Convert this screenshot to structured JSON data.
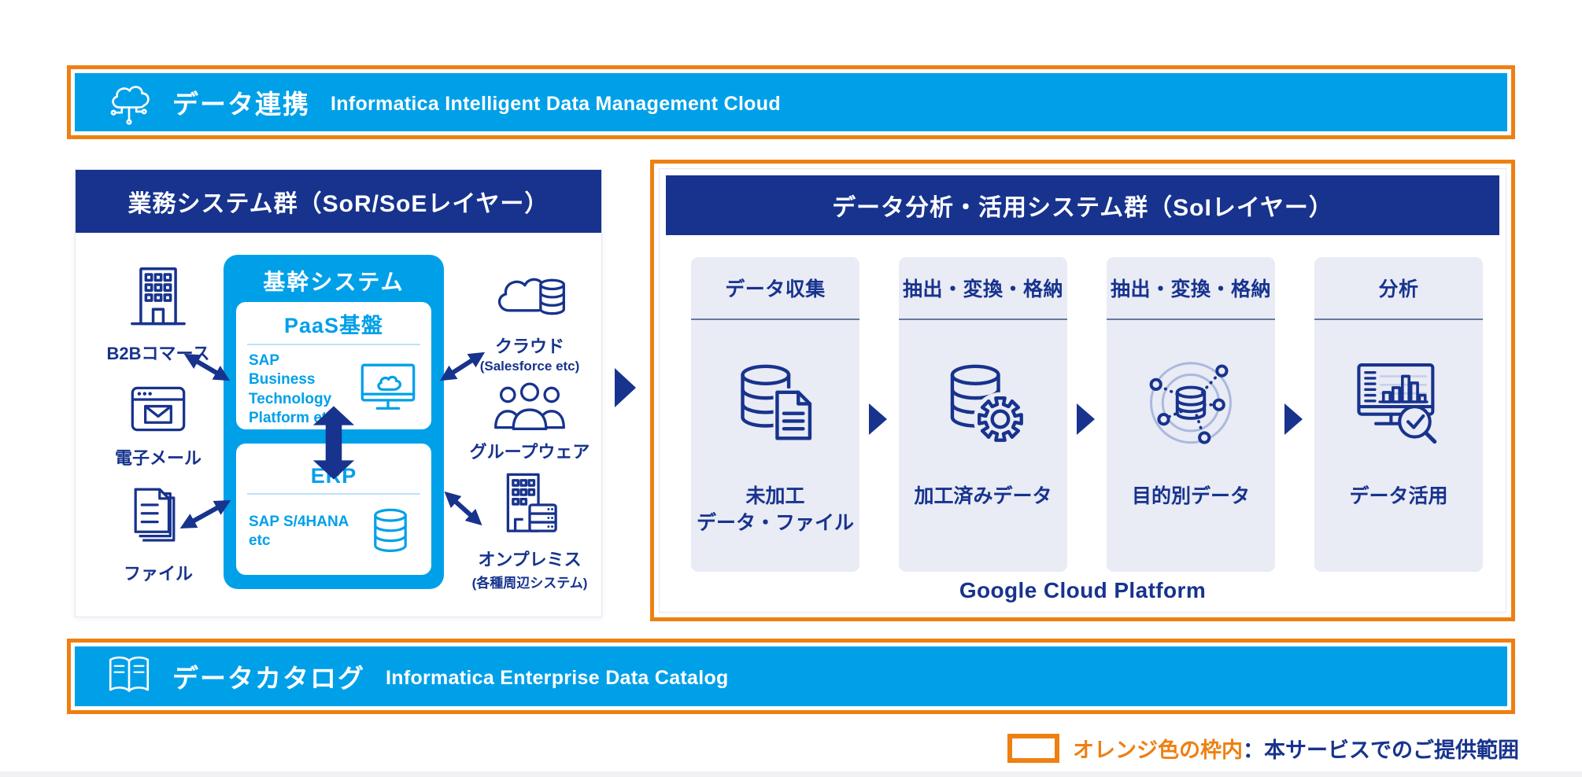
{
  "colors": {
    "azure": "#00A0E9",
    "orange": "#EE8012",
    "navy": "#17338D",
    "column_bg": "#E9EBF5"
  },
  "banners": {
    "top": {
      "label": "データ連携",
      "product": "Informatica Intelligent Data Management Cloud",
      "icon": "cloud-circuit-icon"
    },
    "bottom": {
      "label": "データカタログ",
      "product": "Informatica Enterprise Data Catalog",
      "icon": "open-book-icon"
    }
  },
  "left_panel": {
    "title": "業務システム群（SoR/SoEレイヤー）",
    "sources_left": [
      {
        "label": "B2Bコマース",
        "icon": "building-icon"
      },
      {
        "label": "電子メール",
        "icon": "email-browser-icon"
      },
      {
        "label": "ファイル",
        "icon": "file-stack-icon"
      }
    ],
    "core": {
      "title": "基幹システム",
      "cards": [
        {
          "title": "PaaS基盤",
          "body": "SAP Business Technology Platform etc",
          "icon": "monitor-cloud-icon"
        },
        {
          "title": "ERP",
          "body": "SAP S/4HANA etc",
          "icon": "database-icon"
        }
      ]
    },
    "sources_right": [
      {
        "label": "クラウド",
        "sublabel": "(Salesforce etc)",
        "icon": "cloud-database-icon"
      },
      {
        "label": "グループウェア",
        "icon": "groupware-icon"
      },
      {
        "label": "オンプレミス",
        "sublabel": "(各種周辺システム)",
        "icon": "onpremise-icon"
      }
    ]
  },
  "right_panel": {
    "title": "データ分析・活用システム群（SoIレイヤー）",
    "columns": [
      {
        "header": "データ収集",
        "caption": "未加工\nデータ・ファイル",
        "icon": "database-file-icon"
      },
      {
        "header": "抽出・変換・格納",
        "caption": "加工済みデータ",
        "icon": "database-gear-icon"
      },
      {
        "header": "抽出・変換・格納",
        "caption": "目的別データ",
        "icon": "database-network-icon"
      },
      {
        "header": "分析",
        "caption": "データ活用",
        "icon": "analytics-monitor-icon"
      }
    ],
    "footer": "Google Cloud Platform"
  },
  "legend": {
    "highlight": "オレンジ色の枠内",
    "rest": "：本サービスでのご提供範囲"
  }
}
